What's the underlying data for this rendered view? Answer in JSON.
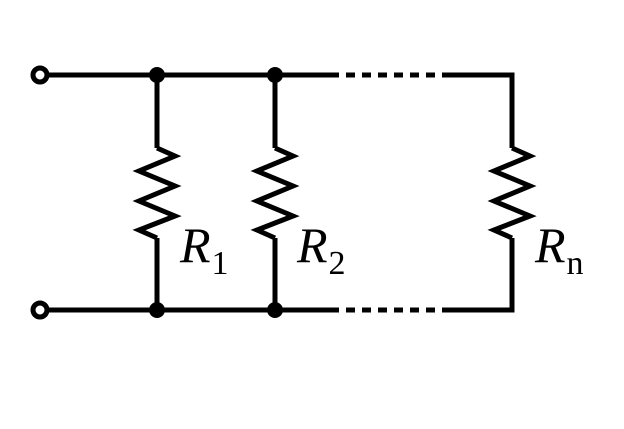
{
  "resistors": [
    {
      "symbol": "R",
      "subscript": "1"
    },
    {
      "symbol": "R",
      "subscript": "2"
    },
    {
      "symbol": "R",
      "subscript": "n"
    }
  ],
  "colors": {
    "wire": "#000000",
    "background": "#ffffff"
  }
}
